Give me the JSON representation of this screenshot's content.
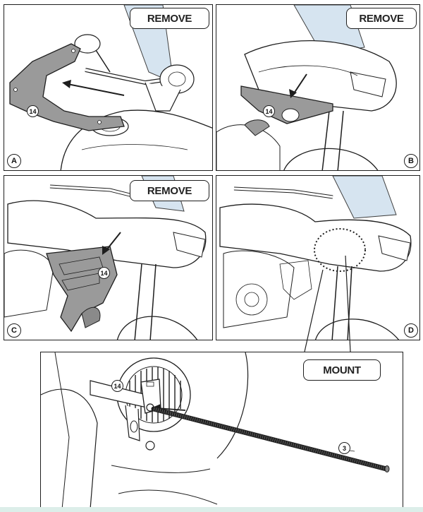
{
  "panels": {
    "a": {
      "letter": "A",
      "action": "REMOVE",
      "part": "14"
    },
    "b": {
      "letter": "B",
      "action": "REMOVE",
      "part": "14"
    },
    "c": {
      "letter": "C",
      "action": "REMOVE",
      "part": "14"
    },
    "d": {
      "letter": "D"
    },
    "detail": {
      "action": "MOUNT",
      "part": "14",
      "rod": "3"
    }
  },
  "colors": {
    "line": "#1e1e1e",
    "part_fill": "#9a9a9a",
    "windshield": "#cfe0ee",
    "strip": "#dceee9"
  }
}
